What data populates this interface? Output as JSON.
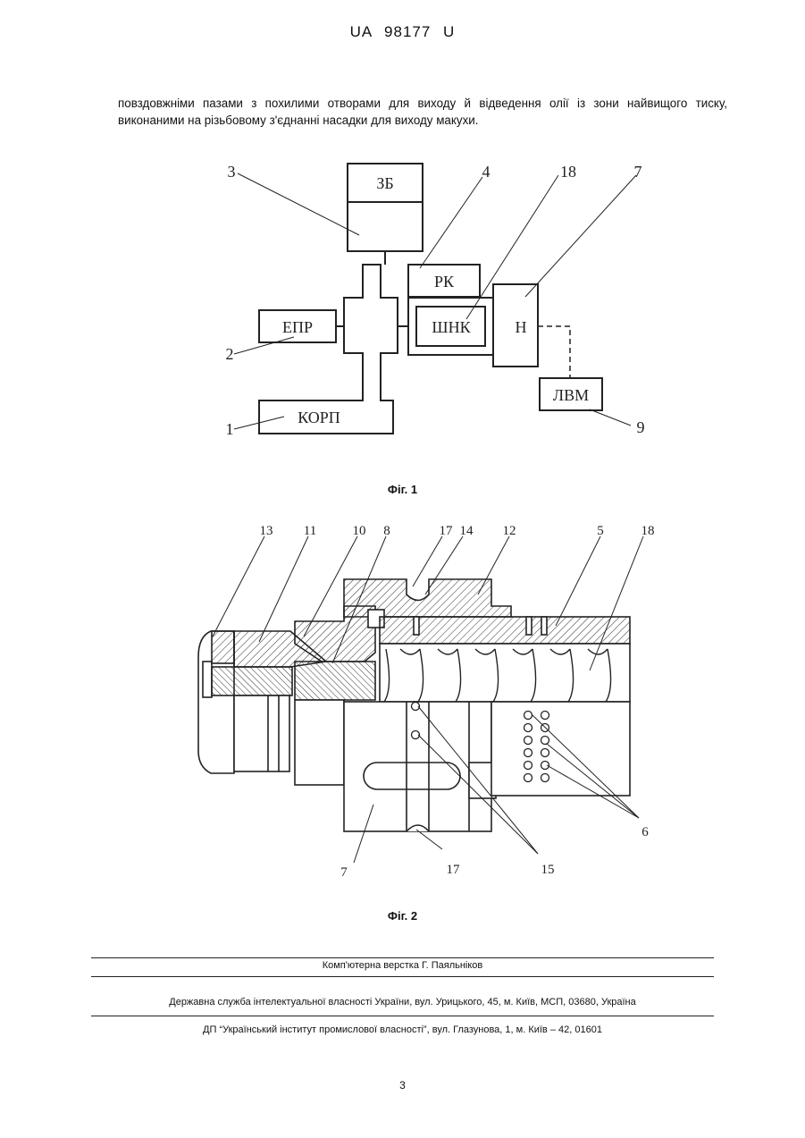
{
  "header": {
    "doc_id": "UA  98177  U"
  },
  "body_text": "повздовжніми пазами з похилими отворами для виходу й відведення олії із зони найвищого тиску, виконаними на різьбовому з'єднанні насадки для виходу макухи.",
  "figure1": {
    "caption": "Фіг. 1",
    "blocks": {
      "zb": "ЗБ",
      "rk": "РК",
      "shnk": "ШНК",
      "n": "Н",
      "epr": "ЕПР",
      "lvm": "ЛВМ",
      "korp": "КОРП"
    },
    "callouts": {
      "c3": "3",
      "c4": "4",
      "c18": "18",
      "c7": "7",
      "c2": "2",
      "c1": "1",
      "c9": "9"
    }
  },
  "figure2": {
    "caption": "Фіг. 2",
    "callouts": {
      "c13": "13",
      "c11": "11",
      "c10": "10",
      "c8": "8",
      "c17a": "17",
      "c14": "14",
      "c12": "12",
      "c5": "5",
      "c18": "18",
      "c6": "6",
      "c7": "7",
      "c17b": "17",
      "c15": "15"
    }
  },
  "footer": {
    "layout": "Комп'ютерна верстка Г. Паяльніков",
    "agency": "Державна служба інтелектуальної власності України, вул. Урицького, 45, м. Київ, МСП, 03680, Україна",
    "institute": "ДП “Український інститут промислової власності”, вул. Глазунова, 1, м. Київ – 42, 01601"
  },
  "page_number": "3"
}
